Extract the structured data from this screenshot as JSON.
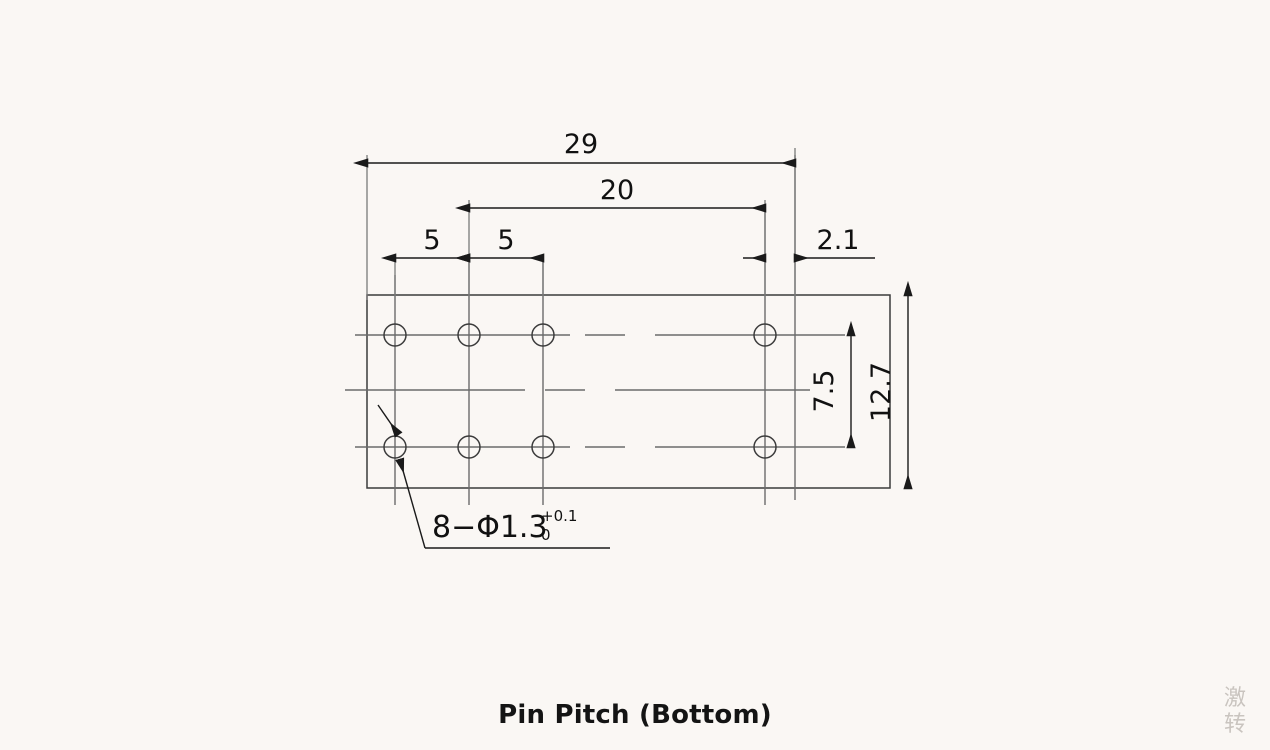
{
  "caption": "Pin Pitch (Bottom)",
  "watermark": "激 转",
  "drawing": {
    "title_role": "mechanical-dimension-drawing",
    "units_implied": "mm",
    "dimensions": {
      "overall_width": "29",
      "pin_span_width": "20",
      "pitch_a": "5",
      "pitch_b": "5",
      "edge_offset": "2.1",
      "row_pitch": "7.5",
      "overall_height": "12.7"
    },
    "callout": {
      "count_diameter": "8−Φ1.3",
      "tol_upper": "+0.1",
      "tol_lower": "0"
    },
    "colors": {
      "background": "#faf7f4",
      "line": "#3b3b3b",
      "dimension": "#1a1a1a",
      "centerline": "#6b6b6b",
      "caption": "#141414",
      "watermark": "#c9c4bf"
    }
  }
}
